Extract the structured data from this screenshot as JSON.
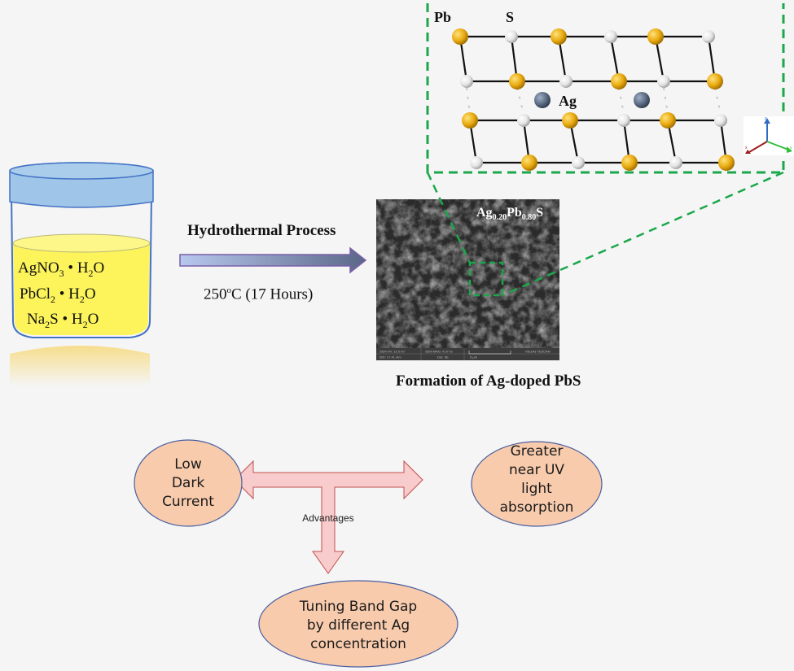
{
  "beaker": {
    "reagents": [
      {
        "base": "AgNO",
        "sub": "3",
        "sep": " • H",
        "sub2": "2",
        "tail": "O"
      },
      {
        "base": "PbCl",
        "sub": "2",
        "sep": " • H",
        "sub2": "2",
        "tail": "O"
      },
      {
        "base": "Na",
        "sub": "2",
        "sep": "S • H",
        "sub2": "2",
        "tail": "O"
      }
    ],
    "colors": {
      "lid": "#9fc5e8",
      "liquid": "#fcf45a",
      "outline": "#4472c4"
    }
  },
  "process": {
    "title": "Hydrothermal Process",
    "temperature": "250",
    "temperature_unit_sup": "o",
    "temperature_unit": "C (17 Hours)"
  },
  "sem_image": {
    "label_base1": "Ag",
    "label_sub1": "0.20",
    "label_base2": "Pb",
    "label_sub2": "0.80",
    "label_tail": "S",
    "footer": [
      "SEM HV: 10.0 kV",
      "SEM MAG: 4.97 kx",
      "VEGA3 TESCAN",
      "WD: 17.41 mm",
      "Det: SE",
      "5 μm"
    ]
  },
  "caption": "Formation of Ag-doped PbS",
  "crystal": {
    "labels": {
      "pb": "Pb",
      "s": "S",
      "ag": "Ag"
    },
    "colors": {
      "pb": "#e8a90e",
      "s": "#e8e8e8",
      "ag": "#5a6b82",
      "bond": "#111111",
      "dash": "#1aa84a"
    },
    "axes": [
      "z",
      "x",
      "y"
    ]
  },
  "advantages": {
    "center_label": "Advantages",
    "items": [
      {
        "id": "left",
        "text": [
          "Low",
          "Dark",
          "Current"
        ]
      },
      {
        "id": "right",
        "text": [
          "Greater",
          "near UV",
          "light",
          "absorption"
        ]
      },
      {
        "id": "bottom",
        "text": [
          "Tuning Band Gap",
          "by different Ag",
          "concentration"
        ]
      }
    ],
    "colors": {
      "ellipse_fill": "#f8cbad",
      "ellipse_stroke": "#4a5fa0",
      "arrow_fill": "#f8cccc",
      "arrow_stroke": "#c0504d"
    }
  }
}
